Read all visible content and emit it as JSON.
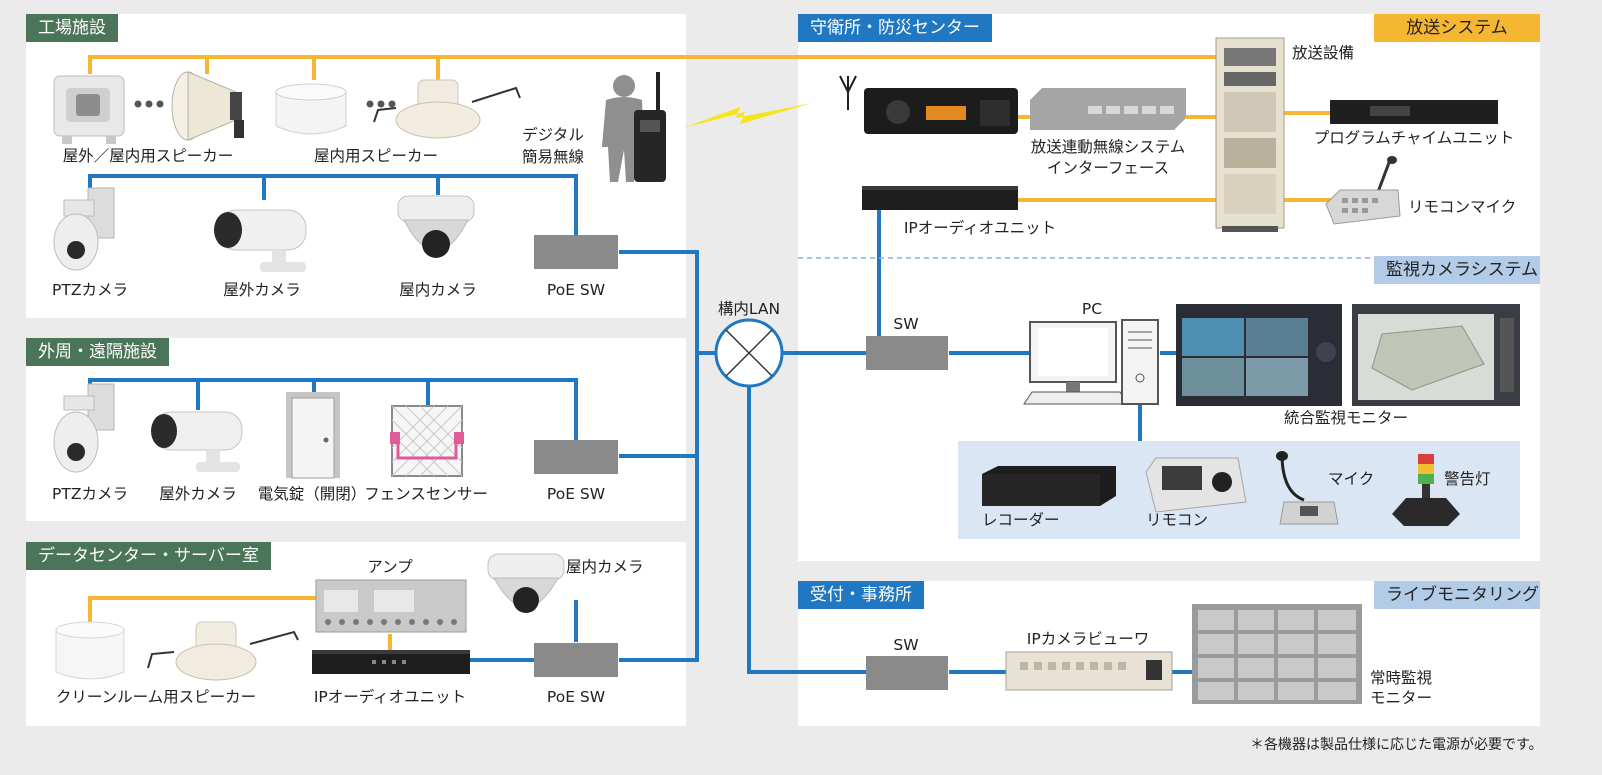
{
  "colors": {
    "audio": "#f5b731",
    "network": "#1f78c1",
    "zone_tag": "#4a7558",
    "center_tag": "#1f78c1",
    "system_tag": "#f5b731",
    "camera_tag": "#b2cbe6"
  },
  "zones": {
    "factory": {
      "title": "工場施設",
      "speaker_outdoor": "屋外／屋内用スピーカー",
      "speaker_indoor": "屋内用スピーカー",
      "radio": "デジタル\n簡易無線",
      "ptz": "PTZカメラ",
      "outdoor_cam": "屋外カメラ",
      "indoor_cam": "屋内カメラ",
      "poe": "PoE SW"
    },
    "perimeter": {
      "title": "外周・遠隔施設",
      "ptz": "PTZカメラ",
      "outdoor_cam": "屋外カメラ",
      "lock": "電気錠（開閉）",
      "fence": "フェンスセンサー",
      "poe": "PoE SW"
    },
    "datacenter": {
      "title": "データセンター・サーバー室",
      "amp": "アンプ",
      "indoor_cam": "屋内カメラ",
      "speaker": "クリーンルーム用スピーカー",
      "ip_audio": "IPオーディオユニット",
      "poe": "PoE SW"
    }
  },
  "lan": {
    "label": "構内LAN"
  },
  "guard": {
    "title": "守衛所・防災センター",
    "broadcast_tag": "放送システム",
    "broadcast_equipment": "放送設備",
    "radio_interface": "放送連動無線システム\nインターフェース",
    "chime_unit": "プログラムチャイムユニット",
    "remote_mic": "リモコンマイク",
    "ip_audio": "IPオーディオユニット",
    "camera_tag": "監視カメラシステム",
    "sw": "SW",
    "pc": "PC",
    "monitor": "統合監視モニター",
    "recorder": "レコーダー",
    "remote": "リモコン",
    "mic": "マイク",
    "warning_light": "警告灯"
  },
  "reception": {
    "title": "受付・事務所",
    "live_tag": "ライブモニタリング",
    "sw": "SW",
    "viewer": "IPカメラビューワ",
    "monitor": "常時監視\nモニター"
  },
  "footnote": "＊各機器は製品仕様に応じた電源が必要です。"
}
